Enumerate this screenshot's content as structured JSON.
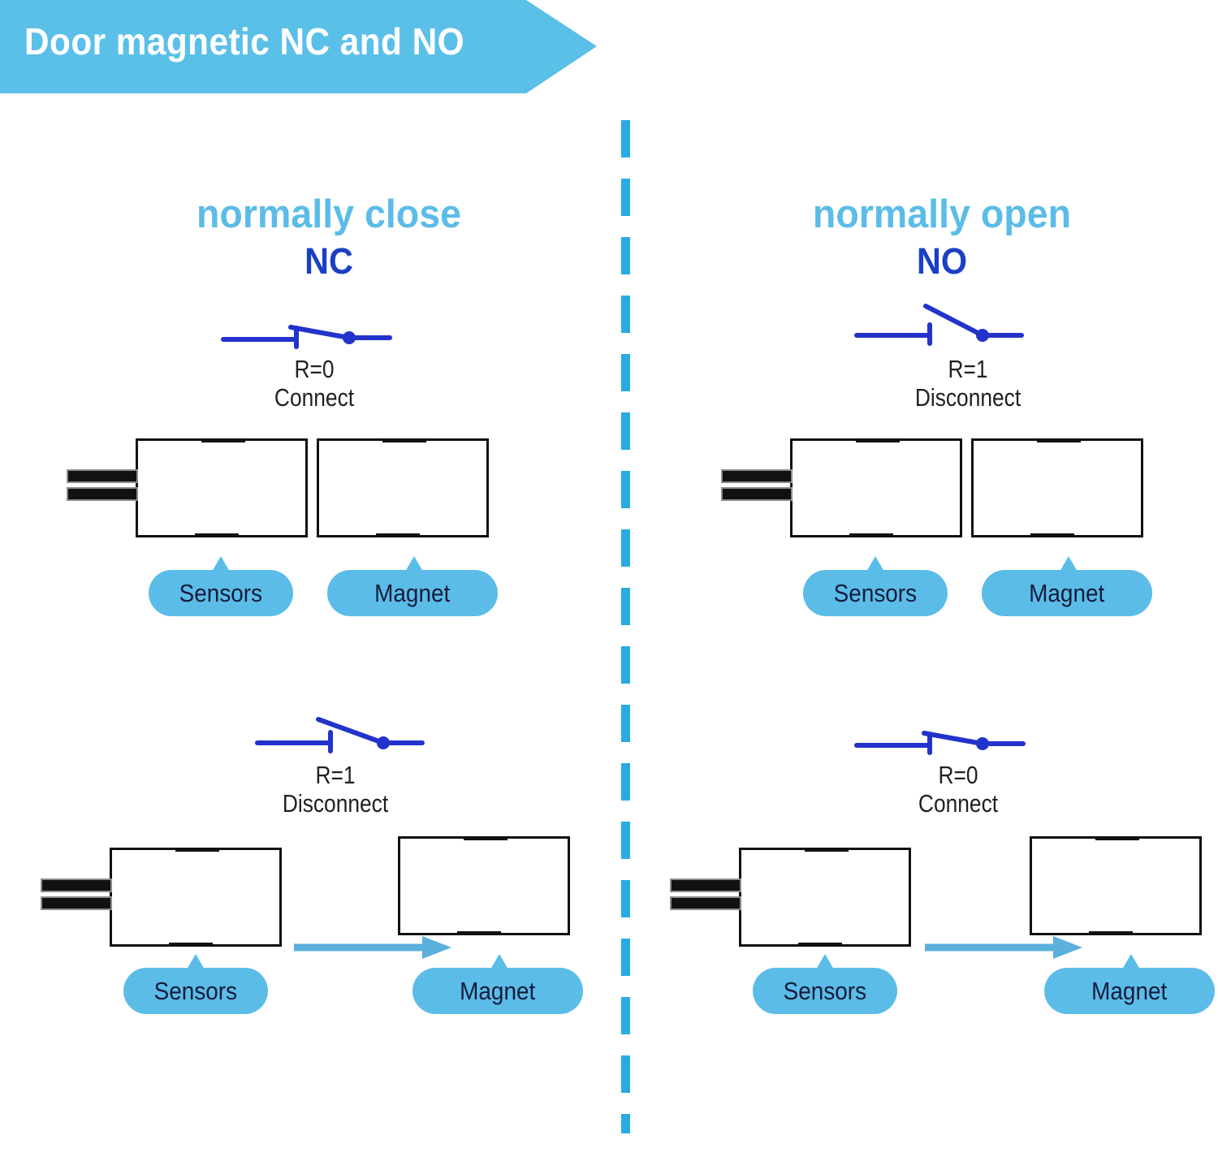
{
  "banner": {
    "title": "Door magnetic NC and NO",
    "color": "#5BC0E8"
  },
  "divider": {
    "color": "#29ABE2"
  },
  "colors": {
    "light_blue": "#5BBCE8",
    "dark_blue": "#1B3FC4",
    "switch_blue": "#2233CC",
    "text_dark": "#231f20",
    "pill_text": "#141c3a",
    "box_border": "#111111",
    "arrow_blue": "#5BB0DC"
  },
  "columns": [
    {
      "key": "nc",
      "heading": "normally close",
      "abbrev": "NC",
      "states": [
        {
          "key": "nc-closed",
          "switch_state": "closed",
          "resistance": "R=0",
          "connection": "Connect",
          "door": "closed",
          "sensor_label": "Sensors",
          "magnet_label": "Magnet",
          "has_separation_arrow": false
        },
        {
          "key": "nc-open",
          "switch_state": "open",
          "resistance": "R=1",
          "connection": "Disconnect",
          "door": "open",
          "sensor_label": "Sensors",
          "magnet_label": "Magnet",
          "has_separation_arrow": true
        }
      ]
    },
    {
      "key": "no",
      "heading": "normally open",
      "abbrev": "NO",
      "states": [
        {
          "key": "no-open",
          "switch_state": "open",
          "resistance": "R=1",
          "connection": "Disconnect",
          "door": "closed",
          "sensor_label": "Sensors",
          "magnet_label": "Magnet",
          "has_separation_arrow": false
        },
        {
          "key": "no-closed",
          "switch_state": "closed",
          "resistance": "R=0",
          "connection": "Connect",
          "door": "open",
          "sensor_label": "Sensors",
          "magnet_label": "Magnet",
          "has_separation_arrow": true
        }
      ]
    }
  ]
}
